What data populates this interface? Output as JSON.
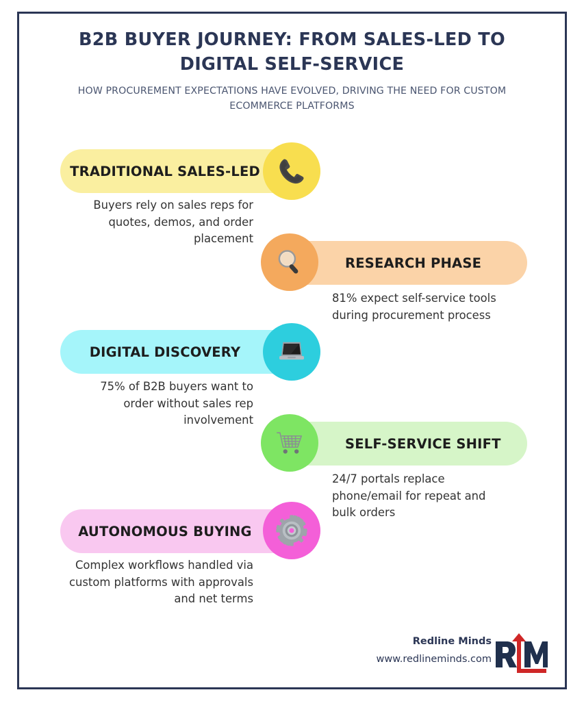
{
  "poster": {
    "border_color": "#2b3655",
    "background": "#ffffff"
  },
  "header": {
    "title": "B2B BUYER JOURNEY: FROM SALES-LED TO DIGITAL SELF-SERVICE",
    "subtitle": "HOW PROCUREMENT EXPECTATIONS HAVE EVOLVED, DRIVING THE NEED FOR CUSTOM ECOMMERCE PLATFORMS",
    "title_color": "#2b3655",
    "subtitle_color": "#4a5570"
  },
  "steps": [
    {
      "label": "TRADITIONAL SALES-LED",
      "description": "Buyers rely on sales reps for quotes, demos, and order placement",
      "icon": "telephone-receiver-icon",
      "pill_color": "#faefa0",
      "circle_color": "#f8de4f",
      "side": "left"
    },
    {
      "label": "RESEARCH PHASE",
      "description": "81% expect self-service tools during procurement process",
      "icon": "magnifying-glass-icon",
      "pill_color": "#fbd3a8",
      "circle_color": "#f4a95d",
      "side": "right"
    },
    {
      "label": "DIGITAL DISCOVERY",
      "description": "75% of B2B buyers want to order without sales rep involvement",
      "icon": "laptop-icon",
      "pill_color": "#a5f5fa",
      "circle_color": "#2dcede",
      "side": "left"
    },
    {
      "label": "SELF-SERVICE SHIFT",
      "description": "24/7 portals replace phone/email for repeat and bulk orders",
      "icon": "shopping-cart-icon",
      "pill_color": "#d6f5c8",
      "circle_color": "#7ee563",
      "side": "right"
    },
    {
      "label": "AUTONOMOUS BUYING",
      "description": "Complex workflows handled via custom platforms with approvals and net terms",
      "icon": "gear-icon",
      "pill_color": "#f9c8f0",
      "circle_color": "#f45fd8",
      "side": "left"
    }
  ],
  "footer": {
    "brand_name": "Redline Minds",
    "brand_url": "www.redlineminds.com",
    "logo_letters": "RM",
    "logo_dark_color": "#20304d",
    "logo_accent_color": "#cf2727"
  }
}
